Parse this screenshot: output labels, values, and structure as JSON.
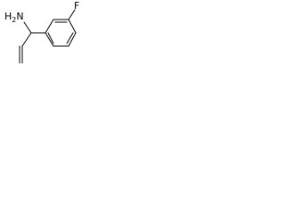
{
  "molecule": {
    "atom_labels": {
      "amine": "H2N",
      "amine_main": "H",
      "amine_sub": "2",
      "amine_tail": "N",
      "fluorine": "F"
    },
    "colors": {
      "bond": "#000000",
      "label": "#000000",
      "background": "#ffffff"
    }
  }
}
